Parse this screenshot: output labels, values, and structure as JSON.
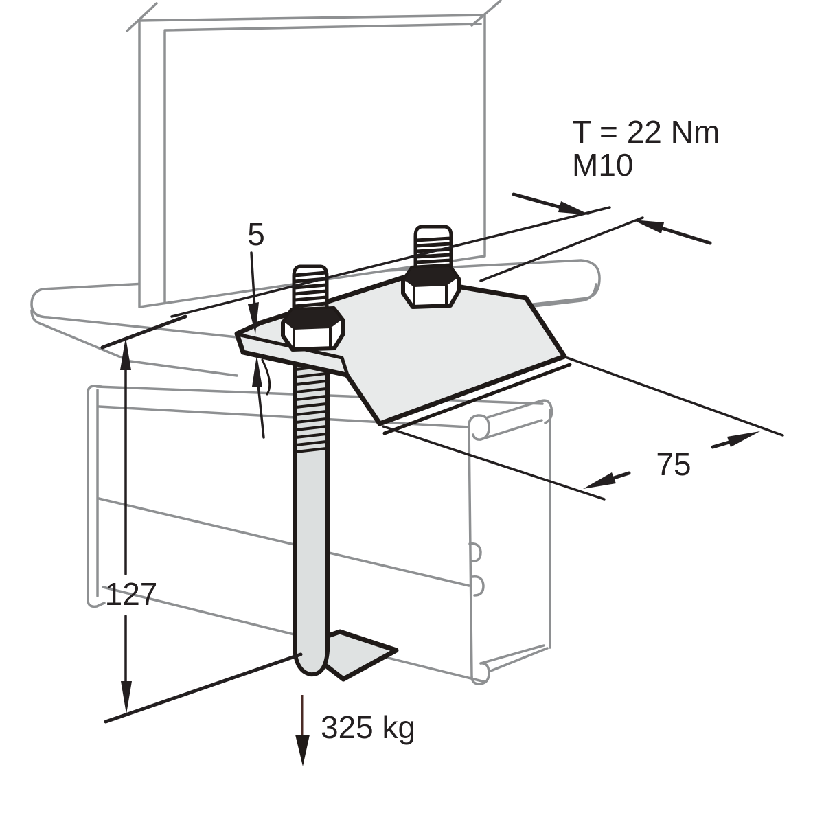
{
  "labels": {
    "torque": "T = 22 Nm",
    "bolt_size": "M10",
    "plate_thickness_mm": "5",
    "plate_width_mm": "75",
    "drop_length_mm": "127",
    "max_load": "325 kg"
  },
  "colors": {
    "background": "#ffffff",
    "structure_line": "#8e9092",
    "outline": "#1f1a18",
    "dimension": "#231f20",
    "plate_fill": "#e8eaea",
    "rod_fill": "#dcdfdf",
    "foot_fill": "#dfe2e2",
    "nut_top_fill": "#241f1e",
    "load_arrow": "#4a2b26"
  }
}
